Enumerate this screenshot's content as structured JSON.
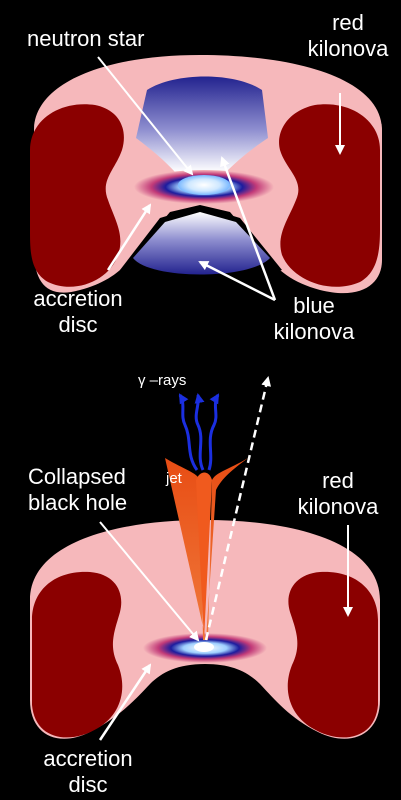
{
  "top": {
    "neutron_star": "neutron  star",
    "red_kilonova": [
      "red",
      "kilonova"
    ],
    "accretion_disc": [
      "accretion",
      "disc"
    ],
    "blue_kilonova": [
      "blue",
      "kilonova"
    ]
  },
  "bottom": {
    "gamma_rays": "γ –rays",
    "jet": "jet",
    "collapsed_black_hole": [
      "Collapsed",
      "black hole"
    ],
    "red_kilonova": [
      "red",
      "kilonova"
    ],
    "accretion_disc": [
      "accretion",
      "disc"
    ]
  },
  "colors": {
    "pink_ejecta": "#f6b8bb",
    "dark_red_ejecta": "#8b0000",
    "blue_lobe": "#23238f",
    "jet_orange": "#f05a1e",
    "gamma_arrows": "#1b2fe0"
  }
}
